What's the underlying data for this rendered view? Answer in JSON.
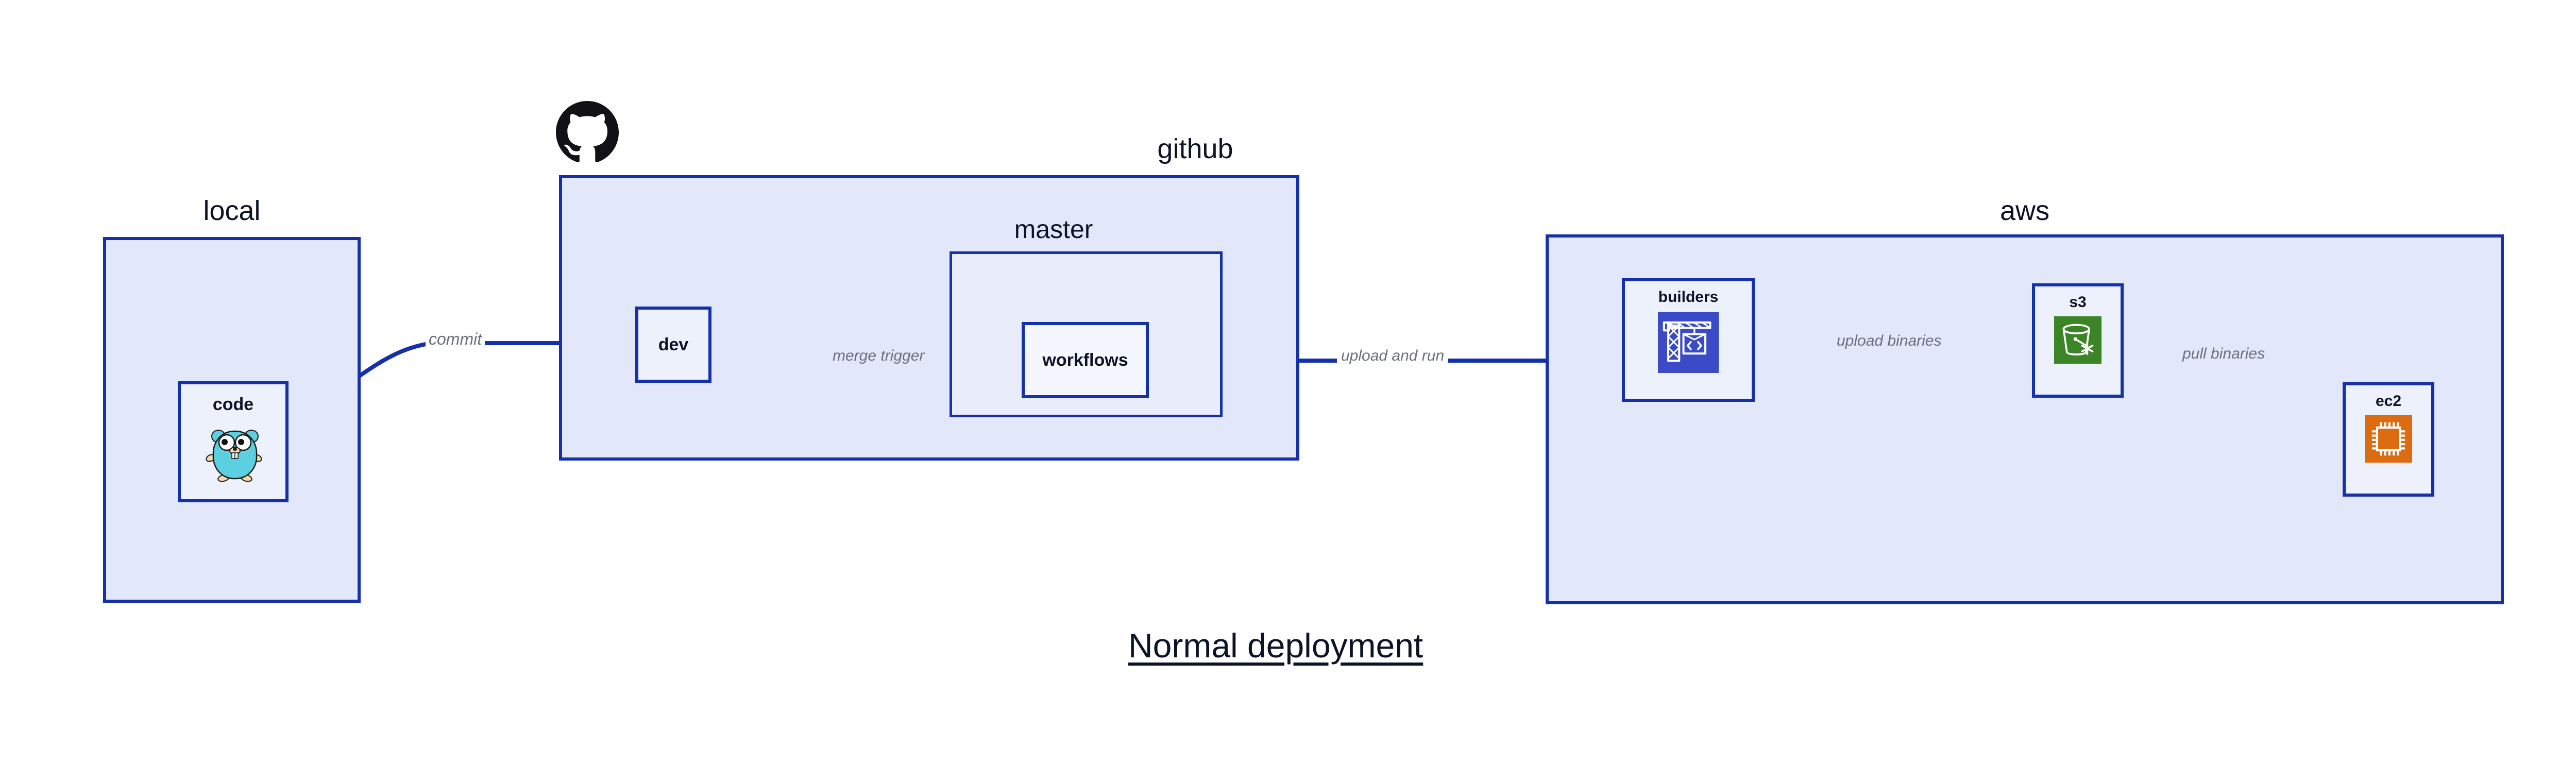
{
  "diagram": {
    "caption": "Normal deployment",
    "accent_border": "#1430ab",
    "group_fill": "#e2e8f9",
    "node_fill": "#edf1fc",
    "label_color": "#6b6f7b"
  },
  "groups": {
    "local": {
      "label": "local"
    },
    "github": {
      "label": "github"
    },
    "master": {
      "label": "master"
    },
    "aws": {
      "label": "aws"
    }
  },
  "nodes": {
    "code": {
      "label": "code",
      "icon": "go-gopher-icon"
    },
    "dev": {
      "label": "dev"
    },
    "workflows": {
      "label": "workflows"
    },
    "builders": {
      "label": "builders",
      "icon": "crane-code-icon",
      "icon_color": "#3b4bc8"
    },
    "s3": {
      "label": "s3",
      "icon": "s3-bucket-icon",
      "icon_color": "#3c8527"
    },
    "ec2": {
      "label": "ec2",
      "icon": "cpu-chip-icon",
      "icon_color": "#dd6b10"
    }
  },
  "edges": [
    {
      "id": "commit",
      "label": "commit",
      "from": "code",
      "to": "dev"
    },
    {
      "id": "merge-trigger",
      "label": "merge trigger",
      "from": "dev",
      "to": "workflows"
    },
    {
      "id": "upload-and-run",
      "label": "upload and run",
      "from": "workflows",
      "to": "builders"
    },
    {
      "id": "upload-binaries",
      "label": "upload binaries",
      "from": "builders",
      "to": "s3"
    },
    {
      "id": "pull-binaries",
      "label": "pull binaries",
      "from": "s3",
      "to": "ec2"
    }
  ],
  "logos": {
    "github": "github-octocat-logo"
  }
}
